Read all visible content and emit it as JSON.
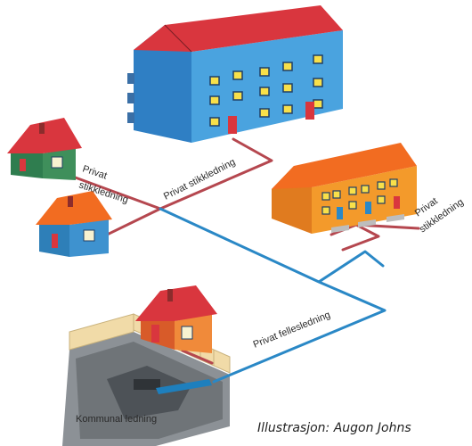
{
  "labels": {
    "privat_left": "Privat",
    "stikk_left": "stikkledning",
    "stikk_center": "Privat stikkledning",
    "privat_right": "Privat",
    "stikk_right": "stikkledning",
    "felles": "Privat fellesledning",
    "kommunal": "Kommunal ledning"
  },
  "credit": "Illustrasjon: Augon Johns",
  "colors": {
    "private_pipe": "#b5474f",
    "common_pipe": "#2a88c6",
    "roof_red": "#d9363e",
    "building_blue": "#4aa3df",
    "orange_wall": "#f39a2b",
    "green_wall": "#2f7d4f",
    "blue_wall": "#2e7fb8",
    "fence": "#f1dba8",
    "road": "#6f7478"
  }
}
